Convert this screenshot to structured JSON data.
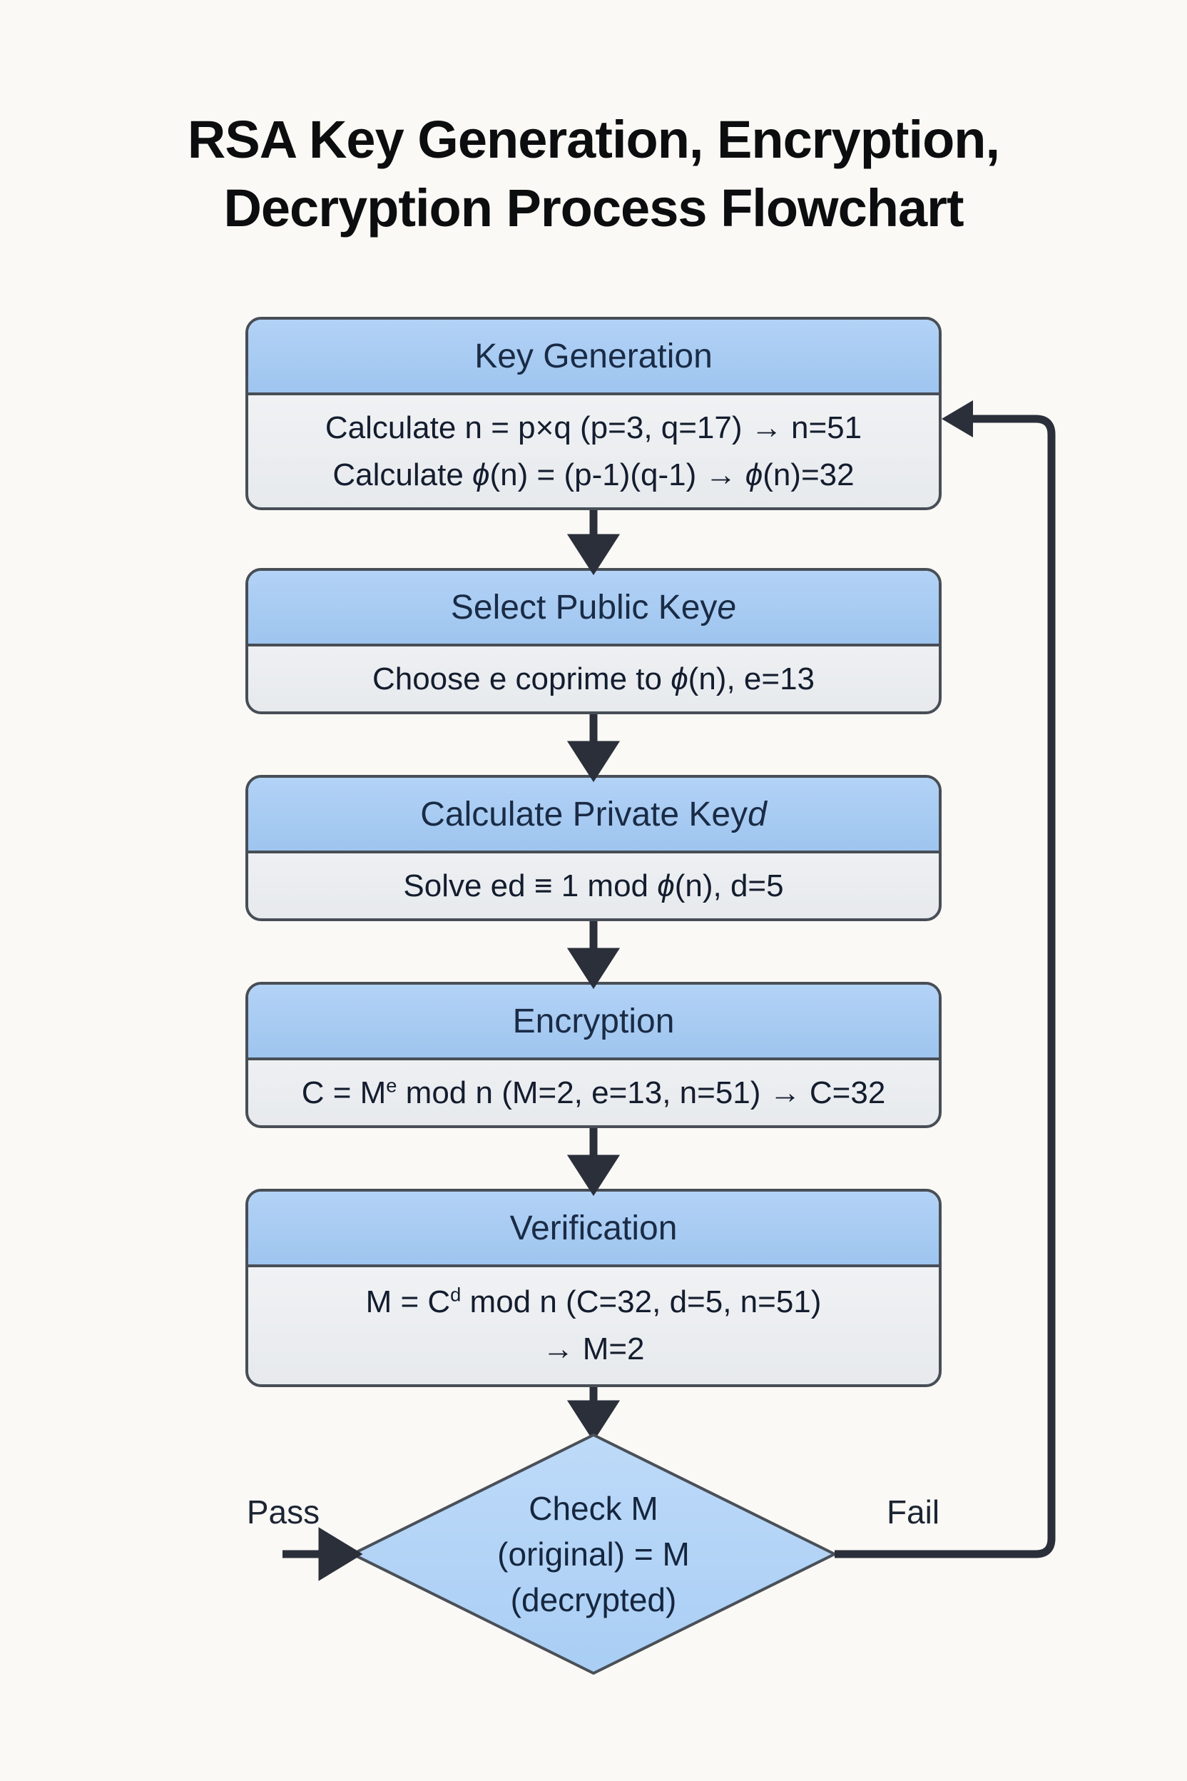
{
  "page": {
    "title_lines": [
      "RSA Key Generation, Encryption,",
      "Decryption Process Flowchart"
    ]
  },
  "colors": {
    "background": "#FBF9F5",
    "node_header_fill": "#A9CCF2",
    "node_body_fill": "#EDEFF2",
    "node_border": "#484E56",
    "diamond_fill": "#B5D5F7",
    "connector": "#2A2F3A",
    "header_text": "#1A2B45",
    "body_text": "#141D2E",
    "title_text": "#0C0D0F"
  },
  "flowchart": {
    "nodes": [
      {
        "id": "key-generation",
        "title_runs": [
          {
            "text": "Key Generation"
          }
        ],
        "body_lines": [
          {
            "runs": [
              {
                "text": "Calculate n = p×q (p=3, q=17) → n=51"
              }
            ]
          },
          {
            "runs": [
              {
                "text": "Calculate "
              },
              {
                "text": "ϕ",
                "italic": true
              },
              {
                "text": "(n) = (p-1)(q-1) → "
              },
              {
                "text": "ϕ",
                "italic": true
              },
              {
                "text": "(n)=32"
              }
            ]
          }
        ]
      },
      {
        "id": "select-public-key-e",
        "title_runs": [
          {
            "text": "Select Public Key "
          },
          {
            "text": "e",
            "italic": true
          }
        ],
        "body_lines": [
          {
            "runs": [
              {
                "text": "Choose e coprime to "
              },
              {
                "text": "ϕ",
                "italic": true
              },
              {
                "text": "(n), e=13"
              }
            ]
          }
        ]
      },
      {
        "id": "calculate-private-key-d",
        "title_runs": [
          {
            "text": "Calculate Private Key "
          },
          {
            "text": "d",
            "italic": true
          }
        ],
        "body_lines": [
          {
            "runs": [
              {
                "text": "Solve ed ≡ 1 mod "
              },
              {
                "text": "ϕ",
                "italic": true
              },
              {
                "text": "(n), d=5"
              }
            ]
          }
        ]
      },
      {
        "id": "encryption",
        "title_runs": [
          {
            "text": "Encryption"
          }
        ],
        "body_lines": [
          {
            "runs": [
              {
                "text": "C = M"
              },
              {
                "text": "e",
                "sup": true
              },
              {
                "text": " mod n (M=2, e=13, n=51) → C=32"
              }
            ]
          }
        ]
      },
      {
        "id": "verification",
        "title_runs": [
          {
            "text": "Verification"
          }
        ],
        "body_lines": [
          {
            "runs": [
              {
                "text": "M = C"
              },
              {
                "text": "d",
                "sup": true
              },
              {
                "text": " mod n (C=32, d=5, n=51)"
              }
            ]
          },
          {
            "runs": [
              {
                "text": "→ M=2"
              }
            ]
          }
        ]
      }
    ],
    "decision": {
      "id": "check-decision",
      "lines": [
        "Check M",
        "(original) = M",
        "(decrypted)"
      ]
    },
    "labels": {
      "pass": "Pass",
      "fail": "Fail"
    },
    "edges": [
      {
        "from": "key-generation",
        "to": "select-public-key-e",
        "type": "arrow-down"
      },
      {
        "from": "select-public-key-e",
        "to": "calculate-private-key-d",
        "type": "arrow-down"
      },
      {
        "from": "calculate-private-key-d",
        "to": "encryption",
        "type": "arrow-down"
      },
      {
        "from": "encryption",
        "to": "verification",
        "type": "arrow-down"
      },
      {
        "from": "verification",
        "to": "check-decision",
        "type": "arrow-down"
      },
      {
        "from": "check-decision",
        "to": "key-generation",
        "label": "Fail",
        "type": "loop-right"
      },
      {
        "to": "check-decision",
        "label": "Pass",
        "type": "arrow-in-left"
      }
    ]
  }
}
